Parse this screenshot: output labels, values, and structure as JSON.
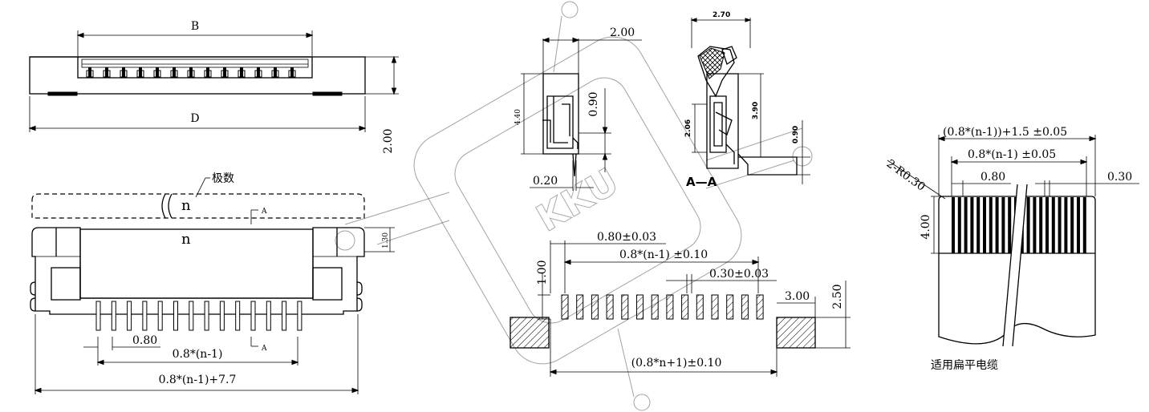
{
  "top_view": {
    "dim_b": "B",
    "dim_d": "D",
    "dim_height": "2.00"
  },
  "front_view": {
    "label_poles": "极数",
    "label_n_upper": "n",
    "label_n_lower": "n",
    "section_mark_top": "A",
    "section_mark_bottom": "A",
    "dim_130": "1.30",
    "dim_pitch": "0.80",
    "dim_span": "0.8*(n-1)",
    "dim_total": "0.8*(n-1)+7.7"
  },
  "side_view": {
    "dim_200": "2.00",
    "dim_440": "4.40",
    "dim_090": "0.90",
    "dim_020": "0.20"
  },
  "section_view": {
    "dim_270": "2.70",
    "dim_206": "2.06",
    "dim_390": "3.90",
    "dim_090": "0.90",
    "label": "A—A"
  },
  "pad_layout": {
    "dim_pitch": "0.80±0.03",
    "dim_span": "0.8*(n-1)  ±0.10",
    "dim_pad_width": "0.30±0.03",
    "dim_100": "1.00",
    "dim_250": "2.50",
    "dim_300": "3.00",
    "dim_total": "(0.8*n+1)±0.10"
  },
  "fpc_view": {
    "dim_outer": "(0.8*(n-1))+1.5  ±0.05",
    "dim_span": "0.8*(n-1)  ±0.05",
    "dim_radius": "2-R0.30",
    "dim_pitch": "0.80",
    "dim_030": "0.30",
    "dim_400": "4.00",
    "caption": "适用扁平电缆"
  },
  "watermark": {
    "text": "KKU"
  }
}
